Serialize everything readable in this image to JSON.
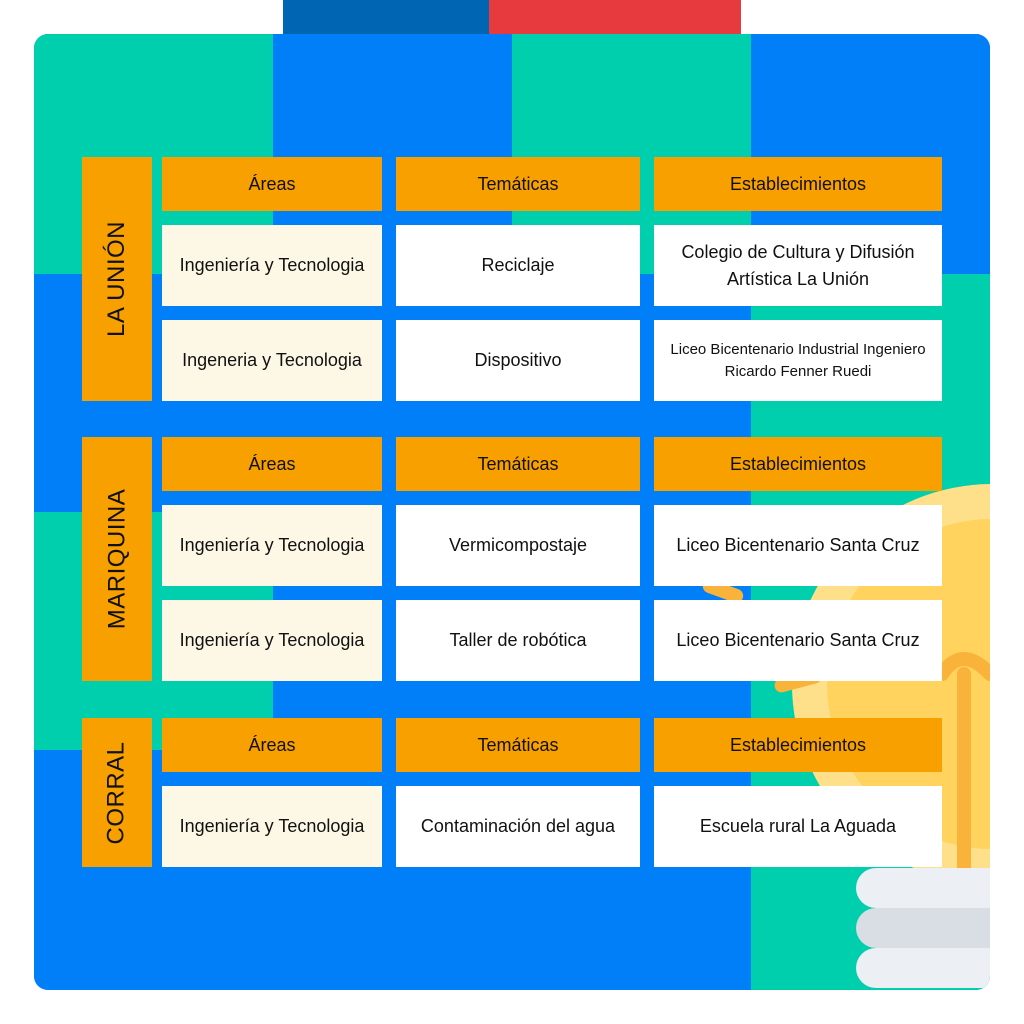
{
  "header_flag": {
    "colors": [
      "#0066b3",
      "#e63a3f"
    ]
  },
  "palette": {
    "green": "#00cfad",
    "blue": "#007ff8",
    "orange": "#f7a000",
    "cream": "#fdf8e6"
  },
  "decoration": {
    "icon": "lightbulb-icon"
  },
  "sections": [
    {
      "name": "LA UNIÓN",
      "headers": [
        "Áreas",
        "Temáticas",
        "Establecimientos"
      ],
      "rows": [
        {
          "area": "Ingeniería y Tecnologia",
          "tematica": "Reciclaje",
          "establecimiento": "Colegio de Cultura y Difusión Artística La Unión"
        },
        {
          "area": "Ingeneria y Tecnologia",
          "tematica": "Dispositivo",
          "establecimiento": "Liceo Bicentenario Industrial Ingeniero Ricardo Fenner Ruedi"
        }
      ]
    },
    {
      "name": "MARIQUINA",
      "headers": [
        "Áreas",
        "Temáticas",
        "Establecimientos"
      ],
      "rows": [
        {
          "area": "Ingeniería y Tecnologia",
          "tematica": "Vermicompostaje",
          "establecimiento": "Liceo Bicentenario Santa Cruz"
        },
        {
          "area": "Ingeniería y Tecnologia",
          "tematica": "Taller de robótica",
          "establecimiento": "Liceo Bicentenario Santa Cruz"
        }
      ]
    },
    {
      "name": "CORRAL",
      "headers": [
        "Áreas",
        "Temáticas",
        "Establecimientos"
      ],
      "rows": [
        {
          "area": "Ingeniería y Tecnologia",
          "tematica": "Contaminación del agua",
          "establecimiento": "Escuela rural La Aguada"
        }
      ]
    }
  ]
}
